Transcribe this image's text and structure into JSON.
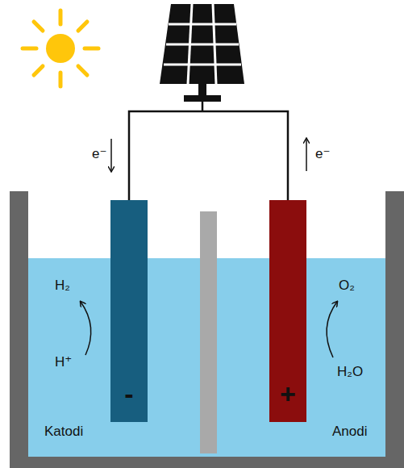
{
  "diagram": {
    "nodes": [
      {
        "text": [
          "-"
        ]
      },
      {
        "text": [
          "+"
        ]
      }
    ],
    "edges": [
      {
        "from": 0,
        "to": 1,
        "arrow": "none"
      }
    ],
    "labels": [
      "e⁻",
      "e⁻",
      "H₂",
      "H⁺",
      "O₂",
      "H₂O",
      "Katodi",
      "Anodi"
    ]
  }
}
